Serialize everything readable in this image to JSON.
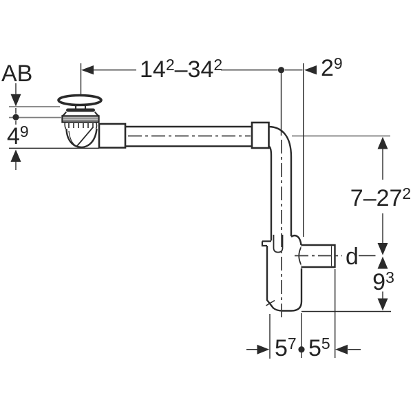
{
  "drawing": {
    "background": "#ffffff",
    "ink_color": "#2a2a2a",
    "extension_line_color": "#7d7d7d",
    "labels": {
      "ab": "AB",
      "diameter": "d"
    },
    "dims": {
      "top_range": {
        "m1": "14",
        "s1": "2",
        "m2": "–34",
        "s2": "2"
      },
      "top_offset": {
        "m": "2",
        "s": "9"
      },
      "left_height": {
        "m": "4",
        "s": "9"
      },
      "right_range": {
        "m": "7–27",
        "s": "2"
      },
      "right_lower": {
        "m": "9",
        "s": "3"
      },
      "bottom_left": {
        "m": "5",
        "s": "7"
      },
      "bottom_right": {
        "m": "5",
        "s": "5"
      }
    }
  }
}
